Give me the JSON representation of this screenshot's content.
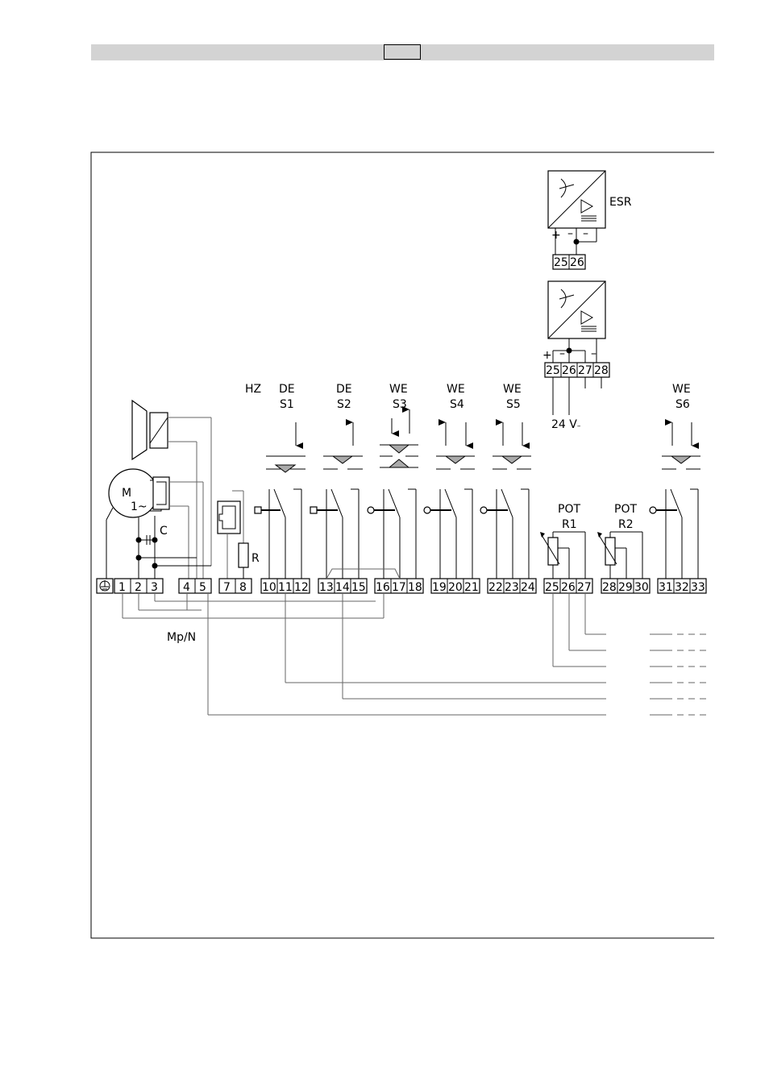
{
  "header": {
    "box_text": ""
  },
  "colors": {
    "header_bar": "#d3d3d3",
    "line": "#000000",
    "wire": "#666666"
  },
  "labels": {
    "esr": "ESR",
    "hz": "HZ",
    "de": "DE",
    "we": "WE",
    "s1": "S1",
    "s2": "S2",
    "s3": "S3",
    "s4": "S4",
    "s5": "S5",
    "s6": "S6",
    "pot": "POT",
    "r1": "R1",
    "r2": "R2",
    "r": "R",
    "c": "C",
    "motor_letter": "M",
    "motor_phase": "1~",
    "mp_n": "Mp/N",
    "v24": "24 V",
    "v24_sub": "–",
    "plus": "+",
    "minus": "–",
    "ground_icon": "ground-icon"
  },
  "terminals": {
    "main": [
      "1",
      "2",
      "3",
      "4",
      "5",
      "7",
      "8",
      "10",
      "11",
      "12",
      "13",
      "14",
      "15",
      "16",
      "17",
      "18",
      "19",
      "20",
      "21",
      "22",
      "23",
      "24",
      "25",
      "26",
      "27",
      "28",
      "29",
      "30",
      "31",
      "32",
      "33"
    ],
    "esr_upper": [
      "25",
      "26"
    ],
    "esr_lower": [
      "25",
      "26",
      "27",
      "28"
    ]
  }
}
